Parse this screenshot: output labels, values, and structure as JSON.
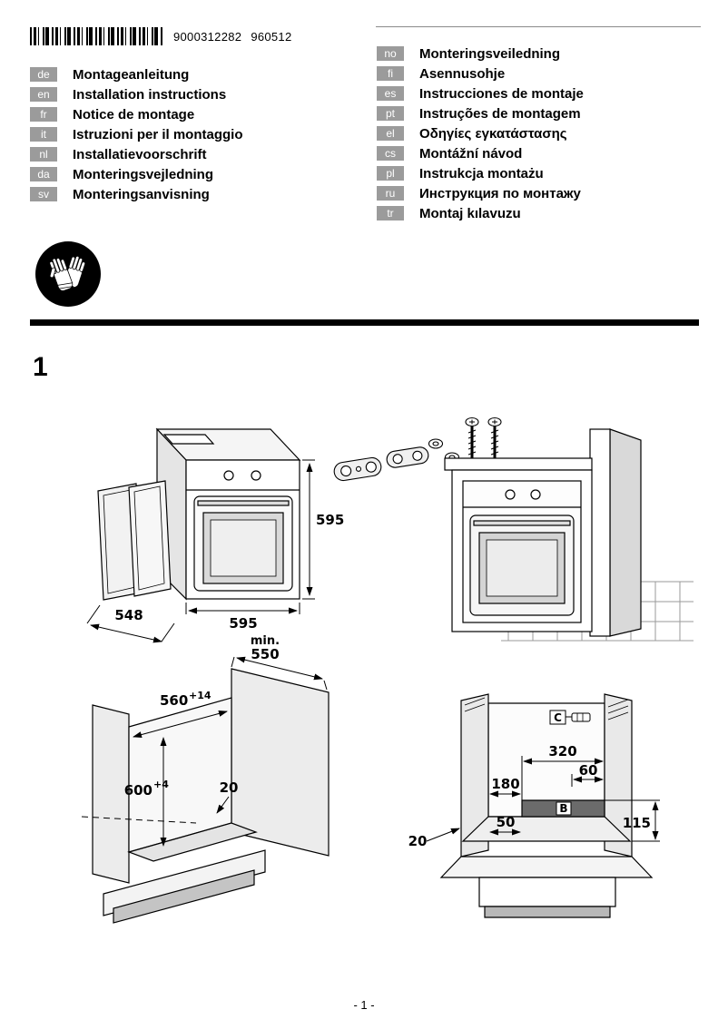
{
  "header": {
    "barcode_number": "9000312282",
    "print_code": "960512"
  },
  "languages_left": [
    {
      "code": "de",
      "title": "Montageanleitung"
    },
    {
      "code": "en",
      "title": "Installation instructions"
    },
    {
      "code": "fr",
      "title": "Notice de montage"
    },
    {
      "code": "it",
      "title": "Istruzioni per il montaggio"
    },
    {
      "code": "nl",
      "title": "Installatievoorschrift"
    },
    {
      "code": "da",
      "title": "Monteringsvejledning"
    },
    {
      "code": "sv",
      "title": "Monteringsanvisning"
    }
  ],
  "languages_right": [
    {
      "code": "no",
      "title": "Monteringsveiledning"
    },
    {
      "code": "fi",
      "title": "Asennusohje"
    },
    {
      "code": "es",
      "title": "Instrucciones de montaje"
    },
    {
      "code": "pt",
      "title": "Instruções de montagem"
    },
    {
      "code": "el",
      "title": "Οδηγίες εγκατάστασης"
    },
    {
      "code": "cs",
      "title": "Montážní návod"
    },
    {
      "code": "pl",
      "title": "Instrukcja montażu"
    },
    {
      "code": "ru",
      "title": "Инструкция по монтажу"
    },
    {
      "code": "tr",
      "title": "Montaj kılavuzu"
    }
  ],
  "figure": {
    "number": "1",
    "oven": {
      "height": "595",
      "depth": "548",
      "width": "595"
    },
    "cutout": {
      "min_label": "min.",
      "min_depth": "550",
      "width": "560",
      "width_tolerance": "+14",
      "height": "600",
      "height_tolerance": "+4",
      "rear_gap": "20"
    },
    "base": {
      "label_c": "C",
      "dim_320": "320",
      "dim_60": "60",
      "dim_180": "180",
      "label_b": "B",
      "dim_115": "115",
      "dim_50": "50",
      "dim_20": "20"
    }
  },
  "footer": {
    "page_label": "- 1 -"
  }
}
